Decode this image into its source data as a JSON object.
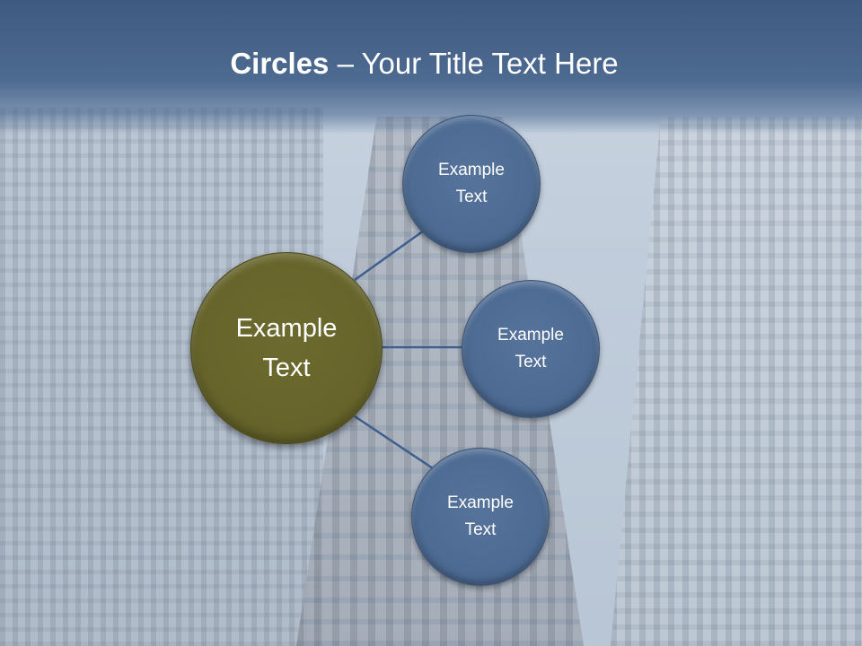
{
  "slide": {
    "title_bold": "Circles",
    "title_rest": " – Your Title Text Here",
    "colors": {
      "header": "#4a6790",
      "hub": "#66642a",
      "node": "#4c6a92",
      "connector": "#3e5f8e"
    }
  },
  "hub": {
    "line1": "Example",
    "line2": "Text"
  },
  "nodes": [
    {
      "line1": "Example",
      "line2": "Text"
    },
    {
      "line1": "Example",
      "line2": "Text"
    },
    {
      "line1": "Example",
      "line2": "Text"
    }
  ]
}
